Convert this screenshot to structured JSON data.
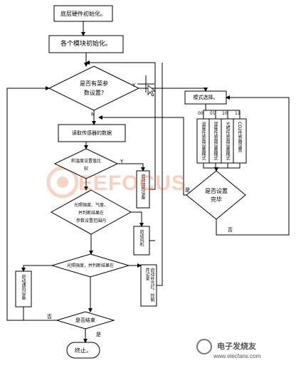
{
  "nodes": {
    "init_hw": "底层硬件初始化。",
    "init_modules": "各个模块初始化。",
    "has_param": [
      "是否有菜参",
      "数设置?"
    ],
    "read_sensor": "读取传感器的数据",
    "cmp1": [
      "和温度设置值比",
      "较"
    ],
    "cmp2": [
      "光照强度、气度、",
      "并判断结果在",
      "参数设置范围内"
    ],
    "cmp3": "光照强度，并判断结果在",
    "mode_select": "模式选择。",
    "mode_boxes": [
      "温度传感器设置模式",
      "湿度传感器设置模式",
      "光照传感器设置模式",
      "CO2传感器设置"
    ],
    "set_done": [
      "是否设置",
      "完毕"
    ],
    "right_box1": "启动加热设备",
    "right_box2": "启动风机",
    "right_box3": "启动补光灯，控制并记录",
    "left_box": "启动通风设备",
    "finish_q": "是否结束",
    "end": "终止。"
  },
  "edge_labels": {
    "yes_main": "Y",
    "no_main": "N",
    "y_cmp1": "Y",
    "codes": [
      "00",
      "01",
      "10",
      "11"
    ],
    "yes_right": "是",
    "no_right": "否",
    "no_finish": "否",
    "yes_finish": "是"
  },
  "watermark": {
    "logo": "EEFOCUS",
    "sub": "电子发烧友",
    "url": "www.elecfans.com"
  }
}
